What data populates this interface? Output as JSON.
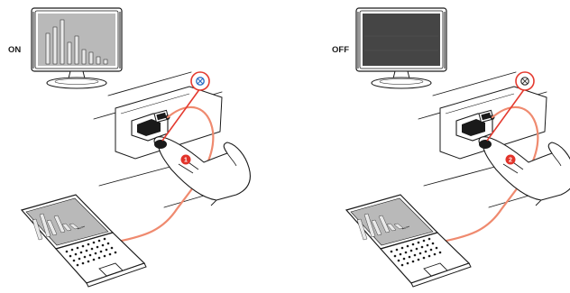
{
  "panels": [
    {
      "state_label": "ON",
      "monitor_screen": "chart",
      "indicator": "lit",
      "step_number": "1"
    },
    {
      "state_label": "OFF",
      "monitor_screen": "dark",
      "indicator": "unlit",
      "step_number": "2"
    }
  ],
  "colors": {
    "cable": "#ef8a6f",
    "badge": "#e2332a",
    "callout_ring": "#e43a2f",
    "indicator_lit": "#2f6fc4",
    "indicator_unlit": "#333333",
    "line": "#1a1a1a",
    "screen_gray": "#b9b9b9",
    "screen_dark": "#454545",
    "bars": "#e9e9e9"
  },
  "icons": [
    "monitor-icon",
    "laptop-icon",
    "pointing-hand-icon",
    "hotkey-button-icon",
    "indicator-icon"
  ]
}
